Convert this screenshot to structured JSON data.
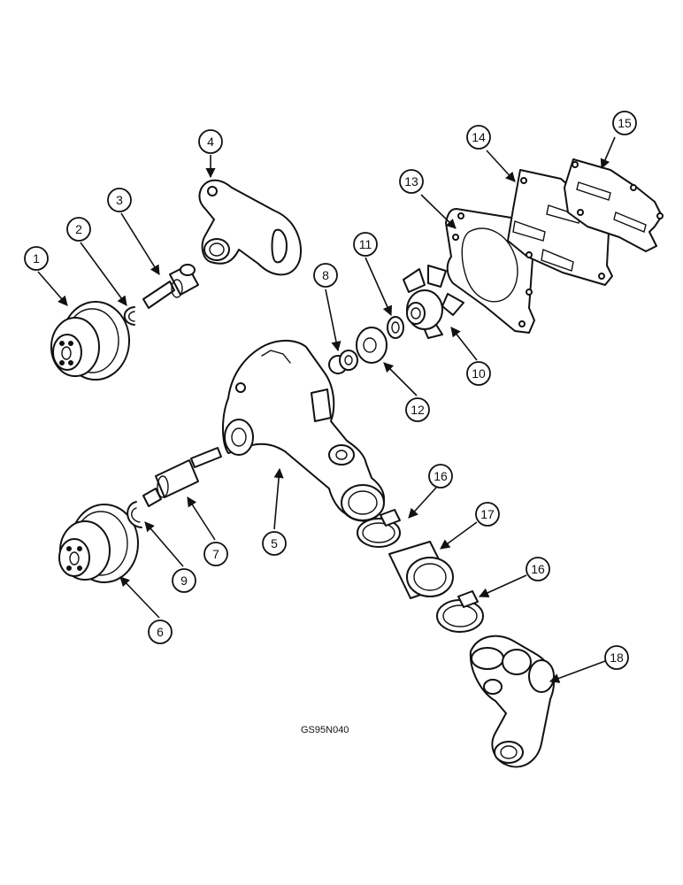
{
  "diagram": {
    "drawing_code": "GS95N040",
    "callouts": {
      "c1": "1",
      "c2": "2",
      "c3": "3",
      "c4": "4",
      "c5": "5",
      "c6": "6",
      "c7": "7",
      "c8": "8",
      "c9": "9",
      "c10": "10",
      "c11": "11",
      "c12": "12",
      "c13": "13",
      "c14": "14",
      "c15": "15",
      "c16a": "16",
      "c16b": "16",
      "c17": "17",
      "c18": "18"
    }
  },
  "colors": {
    "ink": "#111111",
    "paper": "#ffffff"
  }
}
